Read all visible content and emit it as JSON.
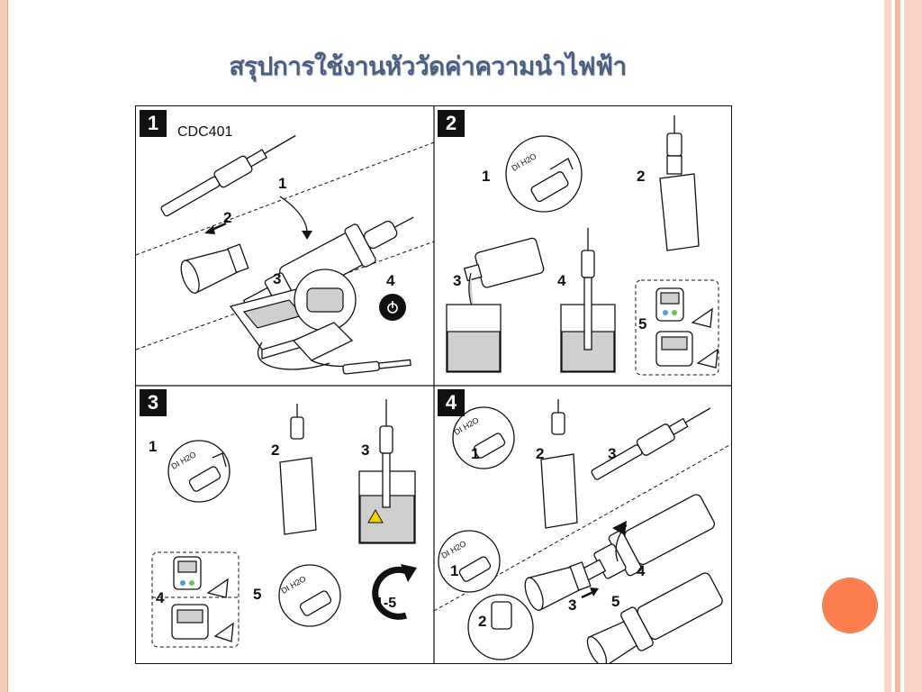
{
  "title": "สรุปการใช้งานหัววัดค่าความนำไฟฟ้า",
  "colors": {
    "accent": "#fb7f4d",
    "title": "#4b5f83",
    "border": "#f4c9b6"
  },
  "panels": [
    {
      "number": "1",
      "model": "CDC401",
      "steps": [
        "1",
        "2",
        "3",
        "4"
      ]
    },
    {
      "number": "2",
      "label": "DI H2O",
      "steps": [
        "1",
        "2",
        "3",
        "4",
        "5"
      ]
    },
    {
      "number": "3",
      "label": "DI H2O",
      "steps": [
        "1",
        "2",
        "3",
        "4",
        "5"
      ],
      "repeat": "1-5"
    },
    {
      "number": "4",
      "label": "DI H2O",
      "steps": [
        "1",
        "2",
        "3",
        "2",
        "1",
        "4",
        "3",
        "5"
      ]
    }
  ]
}
